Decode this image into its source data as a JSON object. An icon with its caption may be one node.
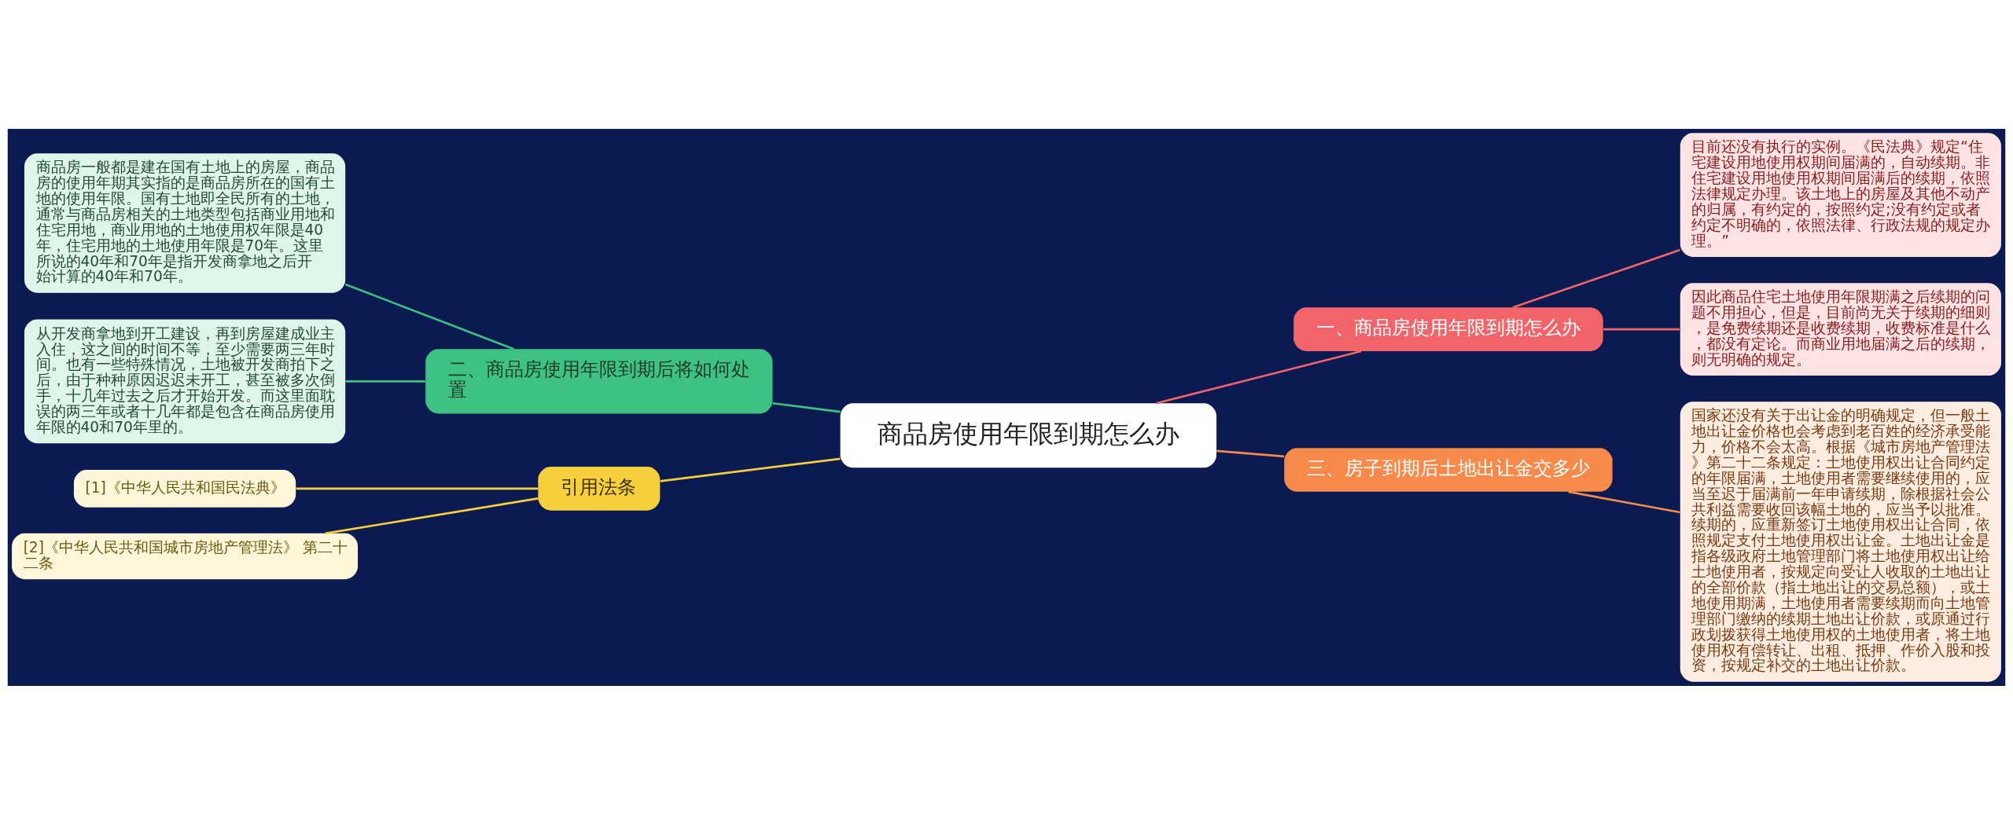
{
  "diagram": {
    "nodes": [
      {
        "text": [
          "商品房使用年限到期怎么办"
        ]
      },
      {
        "text": [
          "一、商品房使用年限到期怎么办"
        ]
      },
      {
        "text": [
          "目前还没有执行的实例。《民法典》规定“住宅建设用地使用权期间届满的，自动续期。非住宅建设用地使用权期间届满后的续期，依照法律规定办理。该土地上的房屋及其他不动产的归属，有约定的，按照约定;没有约定或者约定不明确的，依照法律、行政法规的规定办理。”"
        ]
      },
      {
        "text": [
          "因此商品住宅土地使用年限期满之后续期的问题不用担心，但是，目前尚无关于续期的细则，是免费续期还是收费续期，收费标准是什么，都没有定论。而商业用地届满之后的续期，则无明确的规定。"
        ]
      },
      {
        "text": [
          "二、商品房使用年限到期后将如何处置"
        ]
      },
      {
        "text": [
          "商品房一般都是建在国有土地上的房屋，商品房的使用年期其实指的是商品房所在的国有土地的使用年限。国有土地即全民所有的土地，通常与商品房相关的土地类型包括商业用地和住宅用地，商业用地的土地使用权年限是40年，住宅用地的土地使用年限是70年。这里所说的40年和70年是指开发商拿地之后开始计算的40年和70年。"
        ]
      },
      {
        "text": [
          "从开发商拿地到开工建设，再到房屋建成业主入住，这之间的时间不等，至少需要两三年时间。也有一些特殊情况，土地被开发商拍下之后，由于种种原因迟迟未开工，甚至被多次倒手，十几年过去之后才开始开发。而这里面耽误的两三年或者十几年都是包含在商品房使用年限的40和70年里的。"
        ]
      },
      {
        "text": [
          "三、房子到期后土地出让金交多少"
        ]
      },
      {
        "text": [
          "国家还没有关于出让金的明确规定，但一般土地出让金价格也会考虑到老百姓的经济承受能力，价格不会太高。根据《城市房地产管理法》第二十二条规定：土地使用权出让合同约定的年限届满，土地使用者需要继续使用的，应当至迟于届满前一年申请续期，除根据社会公共利益需要收回该幅土地的，应当予以批准。续期的，应重新签订土地使用权出让合同，依照规定支付土地使用权出让金。土地出让金是指各级政府土地管理部门将土地使用权出让给土地使用者，按规定向受让人收取的土地出让的全部价款（指土地出让的交易总额），或土地使用期满，土地使用者需要续期而向土地管理部门缴纳的续期土地出让价款，或原通过行政划拨获得土地使用权的土地使用者，将土地使用权有偿转让、出租、抵押、作价入股和投资，按规定补交的土地出让价款。"
        ]
      },
      {
        "text": [
          "引用法条"
        ]
      },
      {
        "text": [
          "[1]《中华人民共和国民法典》"
        ]
      },
      {
        "text": [
          "[2]《中华人民共和国城市房地产管理法》 第二十二条"
        ]
      }
    ],
    "edges": [
      {
        "from": 0,
        "to": 1,
        "arrow": "none",
        "color": "#f0646a"
      },
      {
        "from": 1,
        "to": 2,
        "arrow": "none",
        "color": "#f0646a"
      },
      {
        "from": 1,
        "to": 3,
        "arrow": "none",
        "color": "#f0646a"
      },
      {
        "from": 0,
        "to": 4,
        "arrow": "none",
        "color": "#3ec283"
      },
      {
        "from": 4,
        "to": 5,
        "arrow": "none",
        "color": "#3ec283"
      },
      {
        "from": 4,
        "to": 6,
        "arrow": "none",
        "color": "#3ec283"
      },
      {
        "from": 0,
        "to": 7,
        "arrow": "none",
        "color": "#f58a4b"
      },
      {
        "from": 7,
        "to": 8,
        "arrow": "none",
        "color": "#f58a4b"
      },
      {
        "from": 0,
        "to": 9,
        "arrow": "none",
        "color": "#f5cf3c"
      },
      {
        "from": 9,
        "to": 10,
        "arrow": "none",
        "color": "#f5cf3c"
      },
      {
        "from": 9,
        "to": 11,
        "arrow": "none",
        "color": "#f5cf3c"
      }
    ]
  }
}
